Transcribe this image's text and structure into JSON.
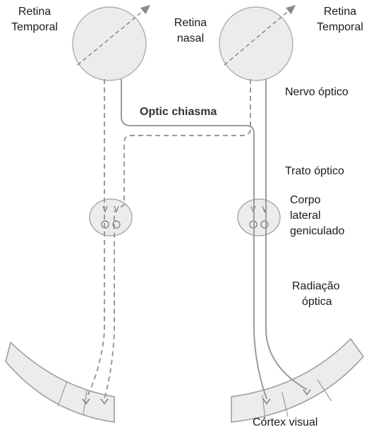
{
  "labels": {
    "retina_temporal_left": [
      "Retina",
      "Temporal"
    ],
    "retina_nasal": [
      "Retina",
      "nasal"
    ],
    "retina_temporal_right": [
      "Retina",
      "Temporal"
    ],
    "nervo_optico": "Nervo óptico",
    "optic_chiasma": "Optic chiasma",
    "trato_optico": "Trato óptico",
    "corpo_geniculado": [
      "Corpo",
      "lateral",
      "geniculado"
    ],
    "radiacao_optica": [
      "Radiação",
      "óptica"
    ],
    "cortex_visual": "Córtex visual"
  },
  "colors": {
    "stroke": "#9a9a9a",
    "fill": "#ececec",
    "text": "#1a1a1a"
  }
}
